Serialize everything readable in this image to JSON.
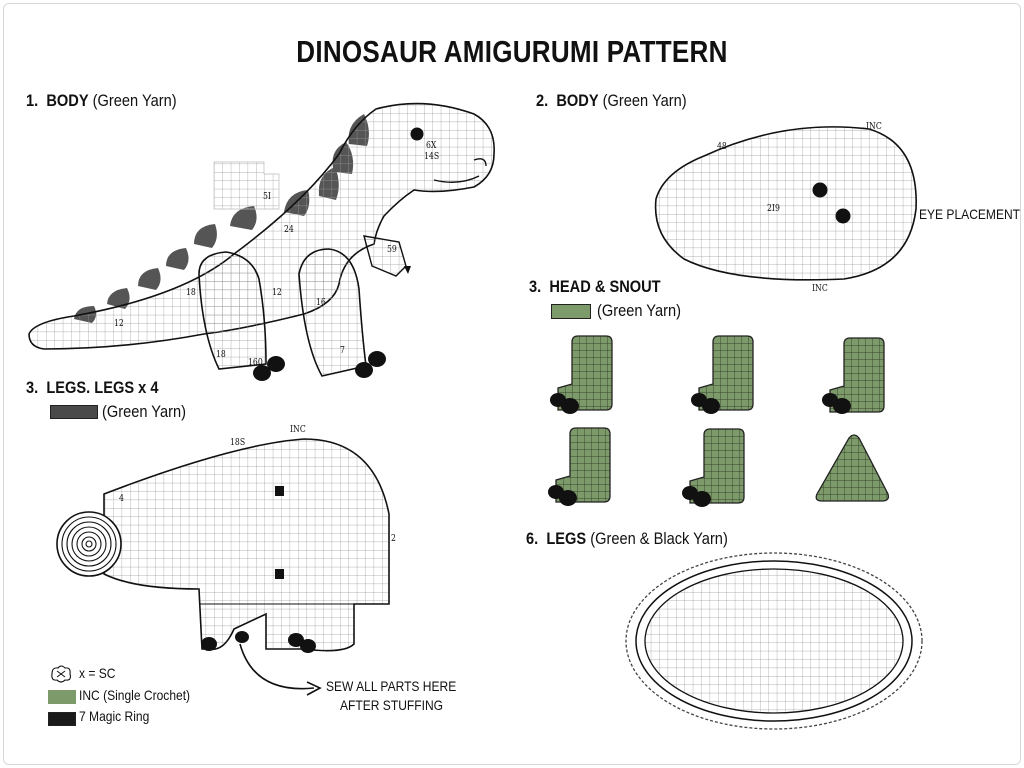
{
  "title": "DINOSAUR AMIGURUMI PATTERN",
  "sections": {
    "body_left": {
      "number": "1.",
      "name": "BODY",
      "note": "(Green Yarn)"
    },
    "body_right": {
      "number": "2.",
      "name": "BODY",
      "note": "(Green Yarn)"
    },
    "legs_left": {
      "number": "3.",
      "name": "LEGS. LEGS x 4",
      "note": "(Green Yarn)"
    },
    "head_snout": {
      "number": "3.",
      "name": "HEAD & SNOUT",
      "note": "(Green Yarn)"
    },
    "legs_right": {
      "number": "6.",
      "name": "LEGS",
      "note": "(Green & Black Yarn)"
    }
  },
  "annotations": {
    "eye_placement": "EYE PLACEMENT",
    "sew_line1": "SEW ALL PARTS HERE",
    "sew_line2": "AFTER STUFFING"
  },
  "stitch_counts": {
    "dino": [
      "6X",
      "14S",
      "5I",
      "24",
      "12",
      "18",
      "12",
      "16",
      "7",
      "18",
      "160",
      "59"
    ],
    "head_48": "48",
    "head_inc_top": "INC",
    "head_center": "2I9",
    "head_inc_bottom": "INC",
    "body_18s": "18S",
    "body_inc": "INC",
    "body_4": "4",
    "body_2": "2"
  },
  "legend": [
    {
      "symbol": "x = SC",
      "icon": "stitch-symbol-icon"
    },
    {
      "symbol": "INC (Single Crochet)",
      "color": "#7d9a6a"
    },
    {
      "symbol": "7 Magic Ring",
      "color": "#1a1a1a"
    }
  ],
  "colors": {
    "green_yarn": "#7d9a6a",
    "dark_yarn": "#4a4a4a",
    "black_yarn": "#111111",
    "grid_line": "#9a9a9a"
  }
}
